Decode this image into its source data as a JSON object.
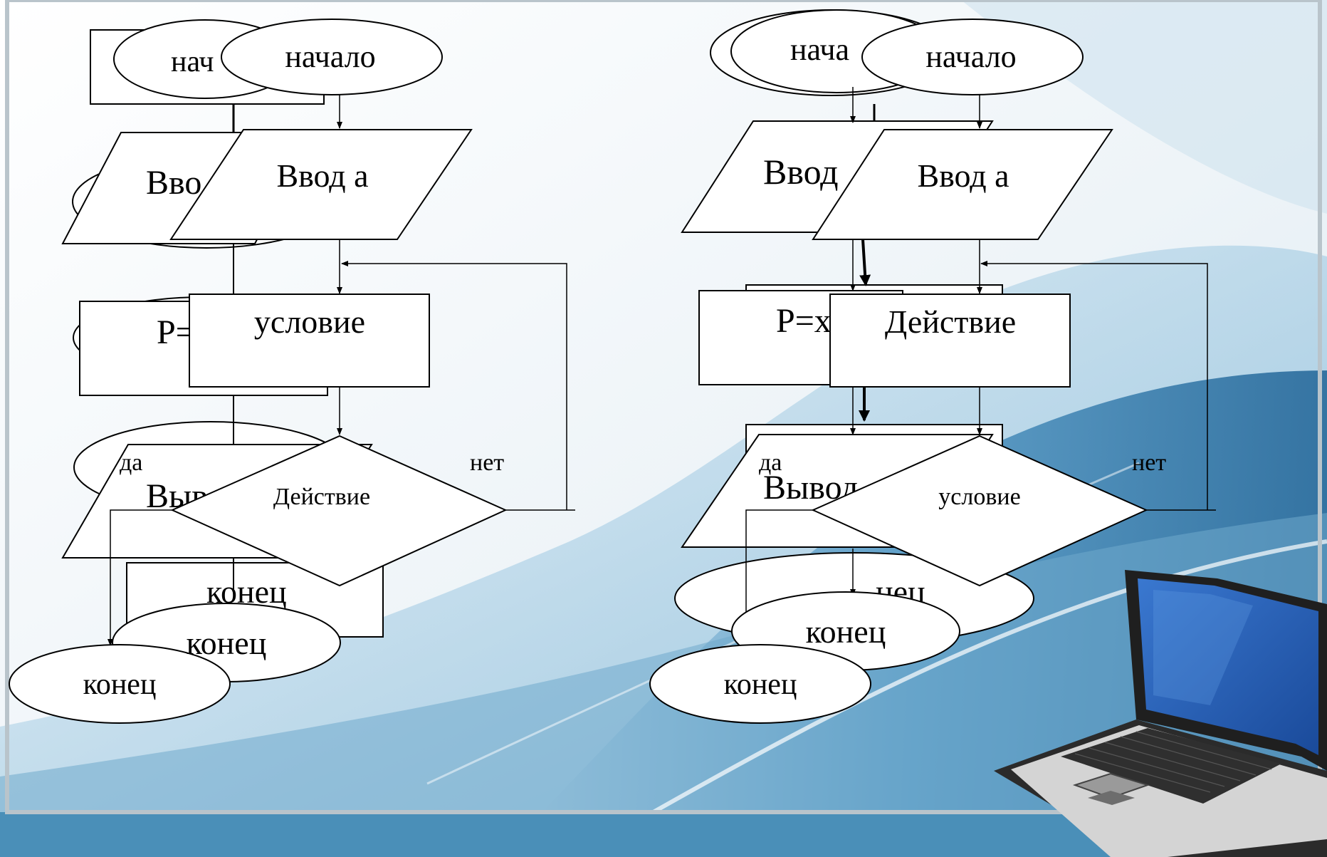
{
  "colors": {
    "background_light": "#f4f8fb",
    "swoosh_blue": "#3d86b5",
    "swoosh_dark": "#1d5f8f",
    "bottom_band": "#4a8fb8",
    "frame_gray": "#b9c4cb",
    "shape_fill": "#ffffff",
    "shape_stroke": "#000000",
    "laptop_screen": "#2a5fb5",
    "laptop_body": "#2b2b2b",
    "laptop_keyboard": "#c9c9c9"
  },
  "left_diagram": {
    "ghost": {
      "start_label": "нач",
      "input_label": "Вво",
      "process_label": "P=",
      "output_label": "Выв",
      "end_label": "конец"
    },
    "start_label": "начало",
    "input_label": "Ввод а",
    "process_label": "условие",
    "decision_label": "Действие",
    "yes_label": "да",
    "no_label": "нет",
    "end_label_1": "конец",
    "end_label_2": "конец"
  },
  "right_diagram": {
    "ghost": {
      "start_label": "нача",
      "input_label": "Ввод",
      "process_label": "P=x",
      "output_label": "Вывод",
      "end_label": "нец"
    },
    "start_label": "начало",
    "input_label": "Ввод а",
    "process_label": "Действие",
    "decision_label": "условие",
    "yes_label": "да",
    "no_label": "нет",
    "end_label_1": "конец",
    "end_label_2": "конец"
  },
  "decoration": {
    "laptop_icon": "laptop-icon"
  }
}
